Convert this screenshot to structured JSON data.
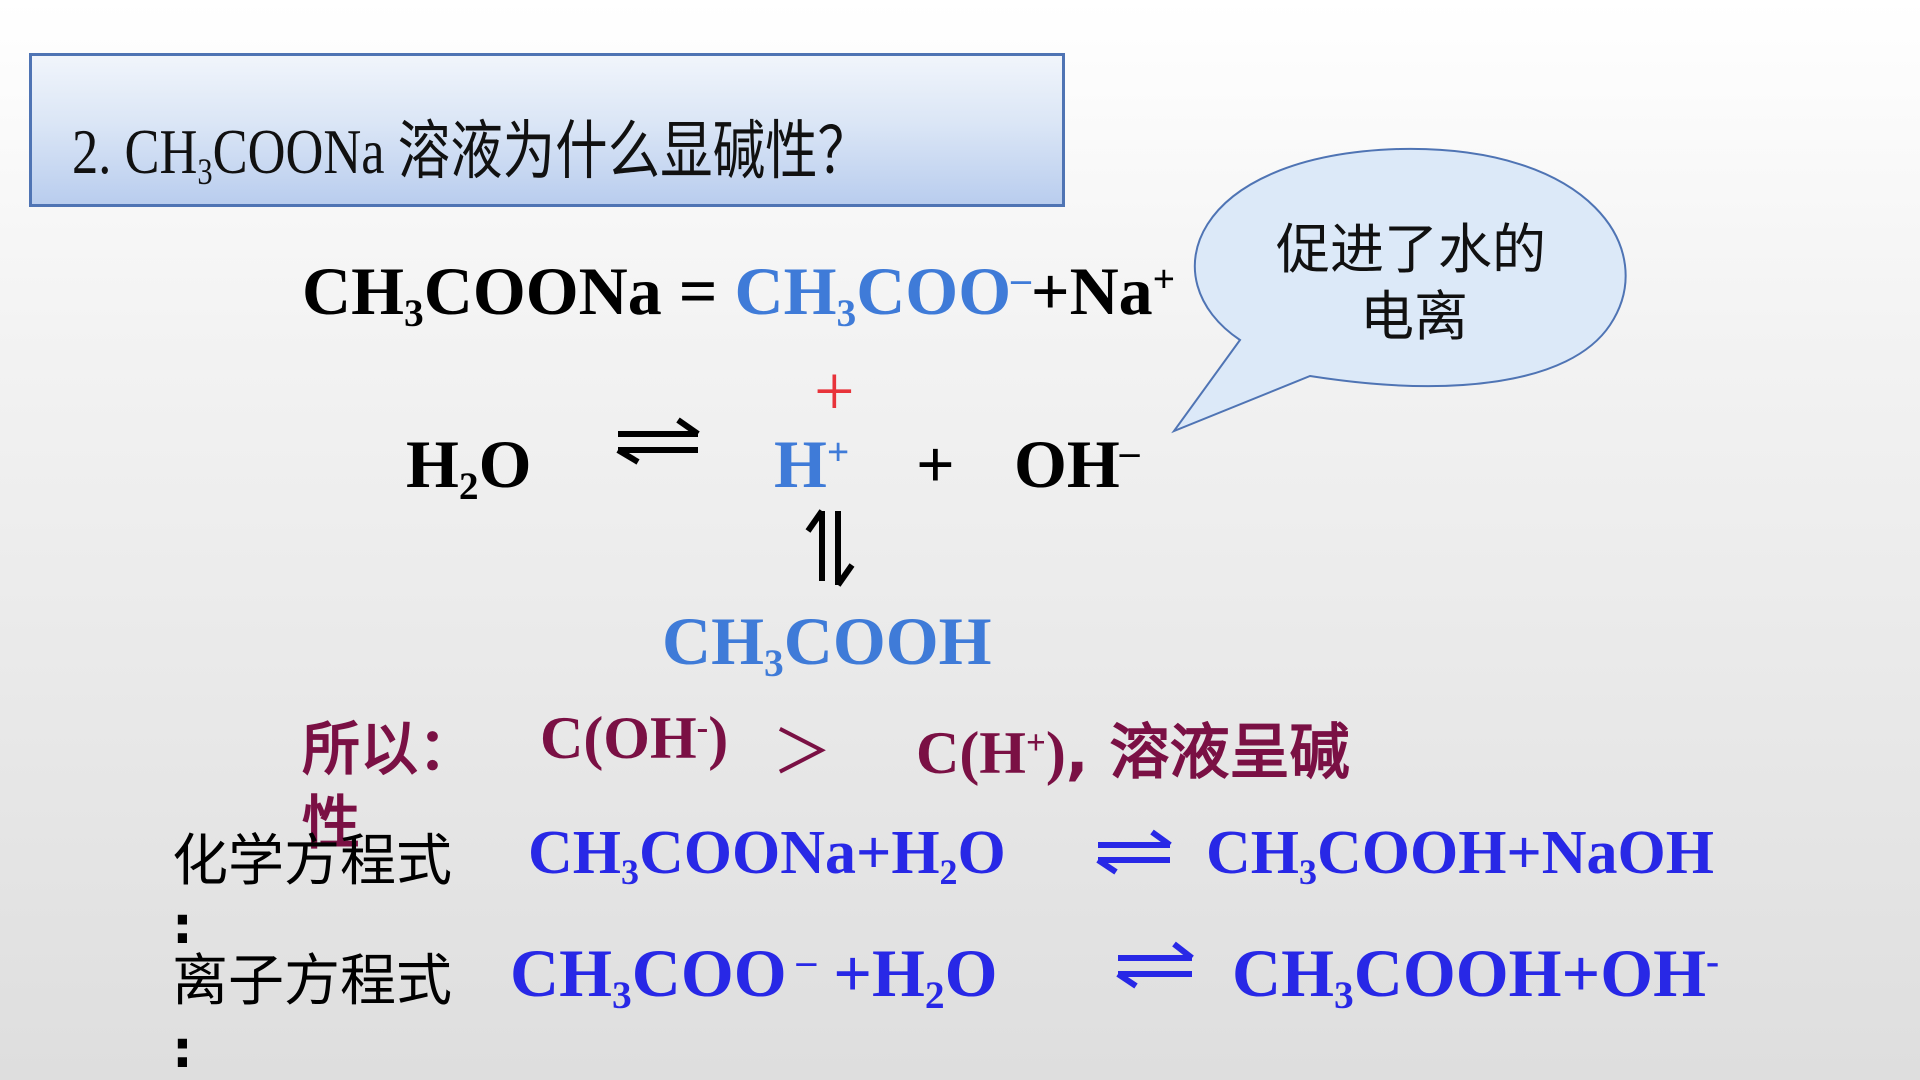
{
  "title": {
    "prefix": "2. CH",
    "sub": "3",
    "suffix": "COONa 溶液为什么显碱性？"
  },
  "bubble": {
    "line1": "促进了水的",
    "line2": "电离",
    "fill": "#dce9f8",
    "stroke": "#4f74b4"
  },
  "eq1": {
    "lhs_a": "CH",
    "lhs_sub": "3",
    "lhs_b": "COONa",
    "equals": "=",
    "anion_a": "CH",
    "anion_sub": "3",
    "anion_b": "COO",
    "anion_sup": "–",
    "plus": "+",
    "cation": "Na",
    "cation_sup": "+"
  },
  "red_plus": "+",
  "eq2": {
    "water_a": "H",
    "water_sub": "2",
    "water_b": "O",
    "h": "H",
    "h_sup": "+",
    "plus": "+",
    "oh": "OH",
    "oh_sup": "–"
  },
  "product": {
    "a": "CH",
    "sub": "3",
    "b": "COOH"
  },
  "conclusion": {
    "label": "所以：",
    "oh_a": "C(OH",
    "oh_sup": "-",
    "oh_b": ")",
    "gt": "＞",
    "h_a": "C(H",
    "h_sup": "+",
    "h_b": ")",
    "tail": ", 溶液呈碱",
    "wrap": "性"
  },
  "chemical_equation": {
    "label": "化学方程式",
    "colon": ":",
    "lhs_a": "CH",
    "lhs_sub1": "3",
    "lhs_b": "COONa+H",
    "lhs_sub2": "2",
    "lhs_c": "O",
    "rhs_a": "CH",
    "rhs_sub": "3",
    "rhs_b": "COOH+NaOH"
  },
  "ionic_equation": {
    "label": "离子方程式",
    "colon": ":",
    "lhs_a": "CH",
    "lhs_sub1": "3",
    "lhs_b": "COO",
    "lhs_sup": " –",
    "lhs_c": " +H",
    "lhs_sub2": "2",
    "lhs_d": "O",
    "rhs_a": "CH",
    "rhs_sub": "3",
    "rhs_b": "COOH+OH",
    "rhs_sup": "-"
  },
  "colors": {
    "blue": "#3f7bd8",
    "deep_blue": "#2828e6",
    "maroon": "#7a1044",
    "red": "#e8333a"
  }
}
